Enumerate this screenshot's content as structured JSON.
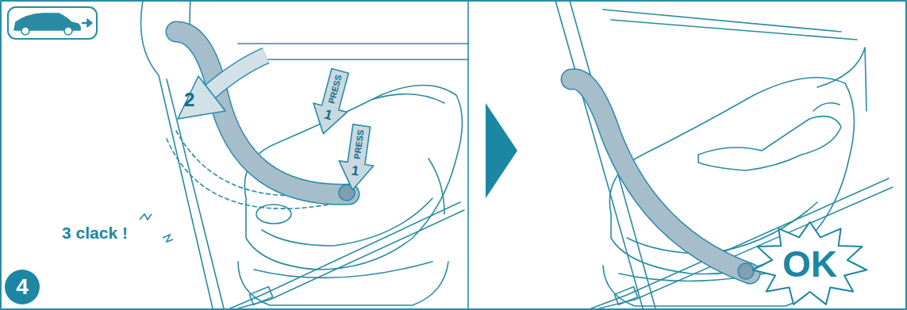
{
  "diagram": {
    "nodes": [
      {
        "text": [
          "PRESS",
          "1"
        ]
      },
      {
        "text": [
          "PRESS",
          "1"
        ]
      },
      {
        "text": [
          "OK"
        ]
      },
      {
        "text": [
          "4"
        ]
      }
    ],
    "labels": [
      "2",
      "3 clack !"
    ]
  }
}
